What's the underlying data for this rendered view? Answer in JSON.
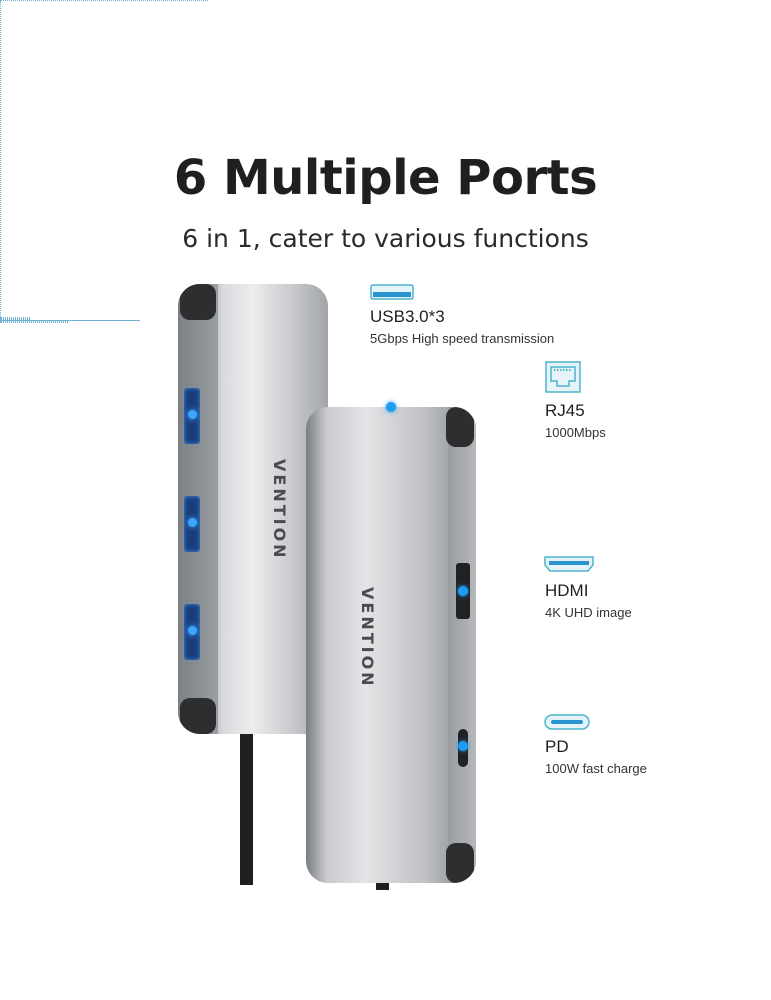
{
  "header": {
    "title": "6 Multiple Ports",
    "subtitle": "6 in 1, cater to various functions"
  },
  "product": {
    "brand": "VENTION"
  },
  "ports": [
    {
      "icon": "usb-a-icon",
      "name": "USB3.0*3",
      "description": "5Gbps High speed transmission"
    },
    {
      "icon": "ethernet-icon",
      "name": "RJ45",
      "description": "1000Mbps"
    },
    {
      "icon": "hdmi-icon",
      "name": "HDMI",
      "description": "4K UHD image"
    },
    {
      "icon": "usb-c-icon",
      "name": "PD",
      "description": "100W fast charge"
    }
  ],
  "colors": {
    "accent": "#1e9cf0",
    "icon_stroke": "#4fb3cc",
    "leader_line": "#6fb2d6"
  }
}
